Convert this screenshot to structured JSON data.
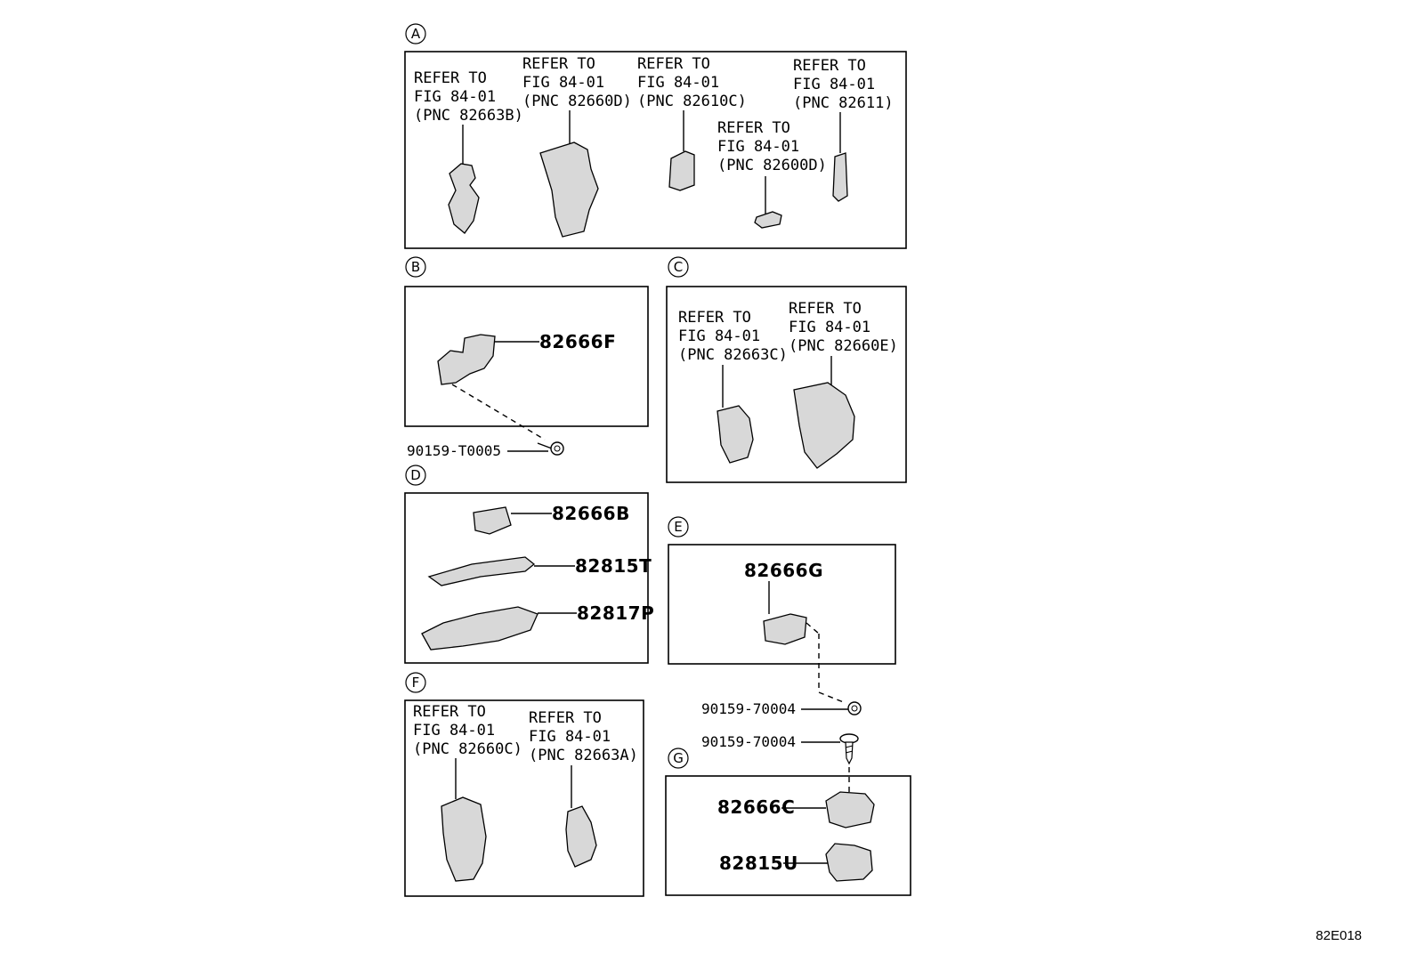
{
  "diagram_code": "82E018",
  "sections": {
    "A": {
      "letter": "A",
      "refs": [
        {
          "line1": "REFER TO",
          "line2": "FIG 84-01",
          "line3": "(PNC 82663B)"
        },
        {
          "line1": "REFER TO",
          "line2": "FIG 84-01",
          "line3": "(PNC 82660D)"
        },
        {
          "line1": "REFER TO",
          "line2": "FIG 84-01",
          "line3": "(PNC 82610C)"
        },
        {
          "line1": "REFER TO",
          "line2": "FIG 84-01",
          "line3": "(PNC 82600D)"
        },
        {
          "line1": "REFER TO",
          "line2": "FIG 84-01",
          "line3": "(PNC 82611)"
        }
      ]
    },
    "B": {
      "letter": "B",
      "parts": [
        "82666F",
        "90159-T0005"
      ]
    },
    "C": {
      "letter": "C",
      "refs": [
        {
          "line1": "REFER TO",
          "line2": "FIG 84-01",
          "line3": "(PNC 82663C)"
        },
        {
          "line1": "REFER TO",
          "line2": "FIG 84-01",
          "line3": "(PNC 82660E)"
        }
      ]
    },
    "D": {
      "letter": "D",
      "parts": [
        "82666B",
        "82815T",
        "82817P"
      ]
    },
    "E": {
      "letter": "E",
      "parts": [
        "82666G",
        "90159-70004"
      ]
    },
    "F": {
      "letter": "F",
      "refs": [
        {
          "line1": "REFER TO",
          "line2": "FIG 84-01",
          "line3": "(PNC 82660C)"
        },
        {
          "line1": "REFER TO",
          "line2": "FIG 84-01",
          "line3": "(PNC 82663A)"
        }
      ]
    },
    "G": {
      "letter": "G",
      "parts": [
        "90159-70004",
        "82666C",
        "82815U"
      ]
    }
  }
}
